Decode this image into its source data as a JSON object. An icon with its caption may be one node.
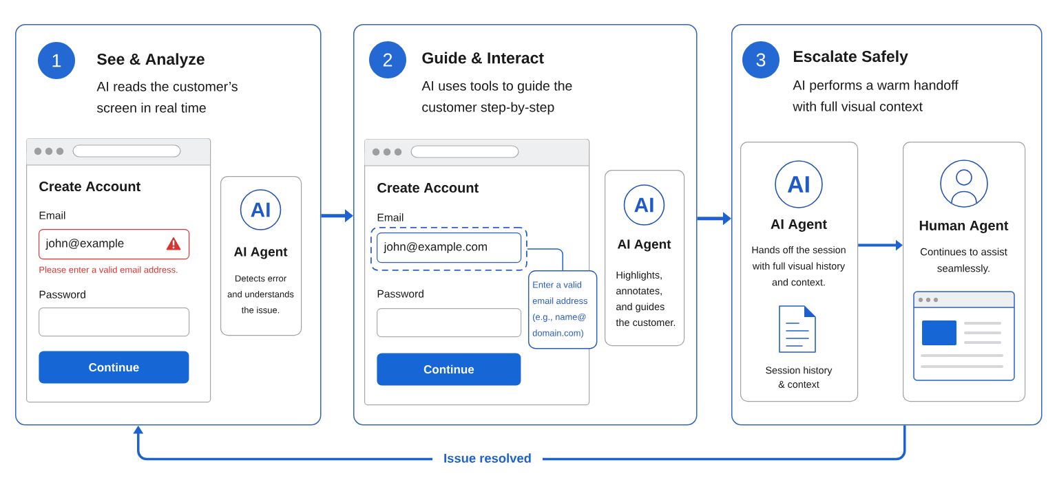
{
  "diagram": {
    "nodes": [
      {
        "text": [
          "See & Analyze",
          "AI reads the customer’s screen in real time"
        ]
      },
      {
        "text": [
          "1"
        ],
        "in": 0
      },
      {
        "text": [
          "Create Account",
          "Email",
          "Please enter a valid email address.",
          "Password"
        ],
        "in": 0
      },
      {
        "text": [
          "john@example"
        ],
        "in": 2
      },
      {
        "text": [],
        "shape": "box",
        "in": 2
      },
      {
        "text": [
          "Continue"
        ],
        "in": 2
      },
      {
        "text": [
          "AI Agent",
          "Detects error and understands the issue."
        ],
        "in": 0
      },
      {
        "text": [
          "AI"
        ],
        "in": 6
      },
      {
        "text": [
          "Guide & Interact",
          "AI uses tools to guide the customer step-by-step"
        ]
      },
      {
        "text": [
          "2"
        ],
        "in": 8
      },
      {
        "text": [
          "Create Account",
          "Email",
          "Password"
        ],
        "in": 8
      },
      {
        "text": [],
        "shape": "box",
        "in": 10
      },
      {
        "text": [
          "john@example.com"
        ],
        "in": 11
      },
      {
        "text": [],
        "shape": "box",
        "in": 10
      },
      {
        "text": [
          "Continue"
        ],
        "in": 10
      },
      {
        "text": [
          "Enter a valid email address (e.g., name@ domain.com)"
        ],
        "in": 8
      },
      {
        "text": [
          "AI Agent",
          "Highlights, annotates, and guides the customer."
        ],
        "in": 8
      },
      {
        "text": [
          "AI"
        ],
        "in": 16
      },
      {
        "text": [
          "Escalate Safely",
          "AI performs a warm handoff with full visual context"
        ]
      },
      {
        "text": [
          "3"
        ],
        "in": 18
      },
      {
        "text": [
          "AI Agent",
          "Hands off the session with full visual history and context.",
          "Session history & context"
        ],
        "in": 18
      },
      {
        "text": [
          "AI"
        ],
        "in": 20
      },
      {
        "text": [
          "Human Agent",
          "Continues to assist seamlessly."
        ],
        "in": 18
      },
      {
        "text": [],
        "shape": "person",
        "in": 22
      }
    ],
    "edges": [
      {
        "from": 0,
        "to": 8,
        "arrow": "to"
      },
      {
        "from": 11,
        "to": 15,
        "arrow": "none"
      },
      {
        "from": 8,
        "to": 18,
        "arrow": "to"
      },
      {
        "from": 20,
        "to": 22,
        "arrow": "to"
      },
      {
        "from": 18,
        "to": 0,
        "arrow": "to",
        "label": "Issue resolved"
      }
    ]
  }
}
